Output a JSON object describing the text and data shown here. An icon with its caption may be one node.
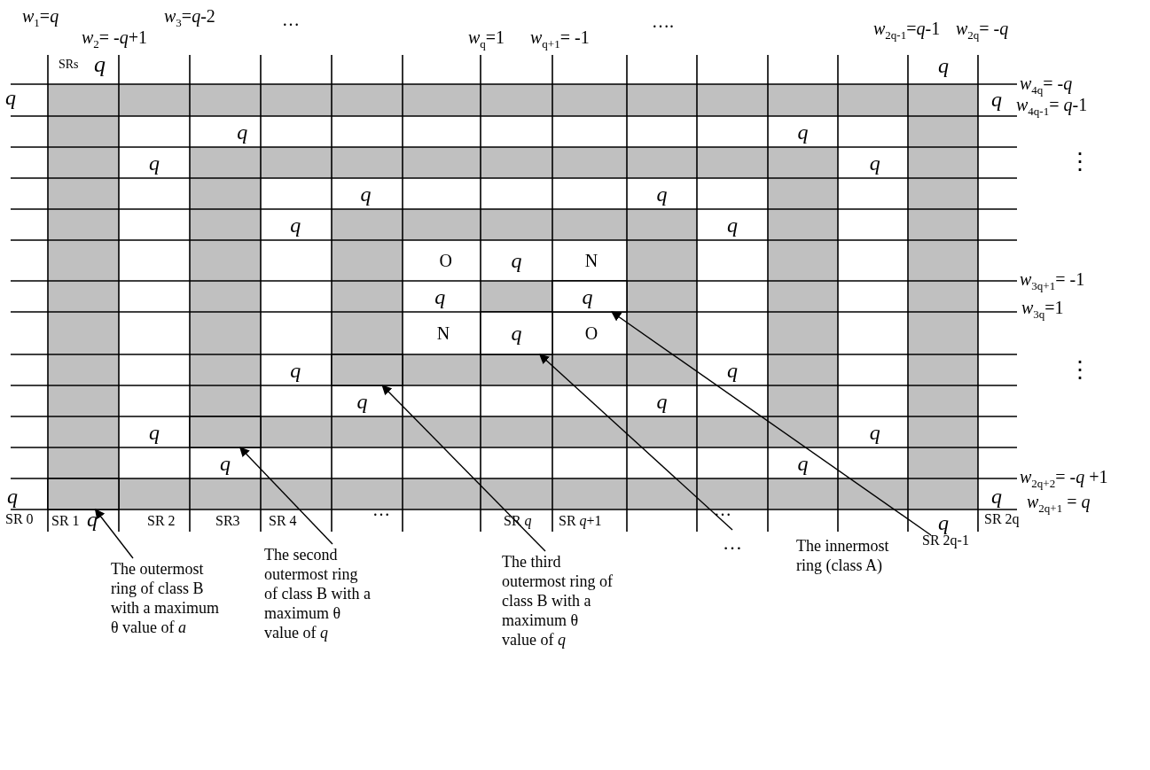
{
  "diagram": {
    "nodes": [
      {
        "text": [
          "The outermost ring of class B with a maximum θ value of *a*"
        ]
      },
      {
        "text": [
          "The second outermost ring of class B with a maximum θ value of *q*"
        ]
      },
      {
        "text": [
          "The third outermost ring of class B with a maximum θ value of *q*"
        ]
      },
      {
        "text": [
          "…"
        ]
      },
      {
        "text": [
          "The innermost ring (class A)"
        ]
      },
      {
        "text": [],
        "shape": "box"
      },
      {
        "text": [],
        "shape": "box"
      },
      {
        "text": [],
        "shape": "box"
      },
      {
        "text": [],
        "shape": "box"
      },
      {
        "text": [],
        "shape": "box"
      }
    ],
    "edges": [
      {
        "from": 0,
        "to": 5,
        "arrow": "to"
      },
      {
        "from": 1,
        "to": 6,
        "arrow": "to"
      },
      {
        "from": 2,
        "to": 7,
        "arrow": "to"
      },
      {
        "from": 3,
        "to": 8,
        "arrow": "to"
      },
      {
        "from": 4,
        "to": 9,
        "arrow": "to"
      }
    ],
    "labels": [
      "*w*$_{1}$=*q*",
      "*w*$_{3}$=*q*-2",
      "…",
      "*w*$_{2}$= -*q*+1",
      "*w*$_{q}$=1",
      "*w*$_{q+1}$= -1",
      "….",
      "*w*$_{2q-1}$=*q*-1",
      "*w*$_{2q}$= -*q*",
      "SRs",
      "*q*",
      "*q*",
      "*w*$_{4q}$= -*q*",
      "*q*",
      "*q*",
      "*w*$_{4q-1}$= *q*-1",
      "*q*",
      "*q*",
      "*q*",
      "*q*",
      "⋮",
      "*q*",
      "*q*",
      "*q*",
      "*q*",
      "O",
      "*q*",
      "N",
      "*q*",
      "*q*",
      "*w*$_{3q+1}$= -1",
      "*w*$_{3q}$=1",
      "N",
      "*q*",
      "O",
      "*q*",
      "*q*",
      "⋮",
      "*q*",
      "*q*",
      "*q*",
      "*q*",
      "*q*",
      "*q*",
      "*q*",
      "*q*",
      "*w*$_{2q+2}$= -*q* +1",
      "SR 0",
      "SR 1",
      "*q*",
      "SR 2",
      "SR3",
      "SR 4",
      "…",
      "SR *q*",
      "SR *q*+1",
      "…",
      "*q*",
      "SR 2q",
      "*w*$_{2q+1}$ = *q*",
      "SR 2q-1"
    ]
  }
}
